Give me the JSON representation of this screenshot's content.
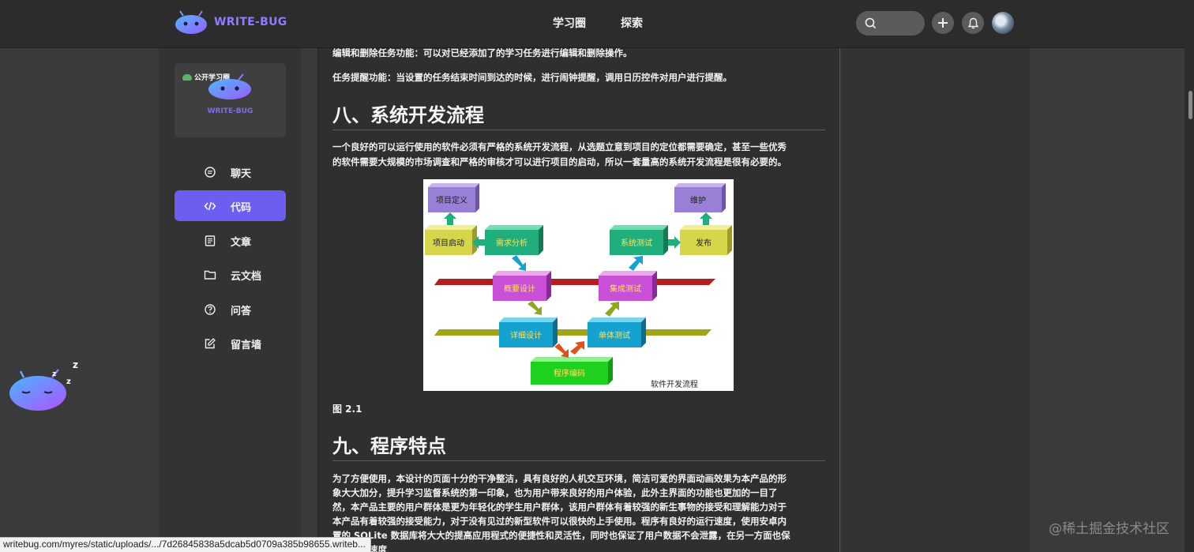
{
  "header": {
    "brand": "WRITE-BUG",
    "nav": [
      "学习圈",
      "探索"
    ]
  },
  "sidebar": {
    "circle_tag": "公开学习圈",
    "circle_title": "WRITE-BUG",
    "items": [
      {
        "label": "聊天",
        "icon": "chat-icon"
      },
      {
        "label": "代码",
        "icon": "code-icon",
        "active": true
      },
      {
        "label": "文章",
        "icon": "article-icon"
      },
      {
        "label": "云文档",
        "icon": "folder-icon"
      },
      {
        "label": "问答",
        "icon": "question-icon"
      },
      {
        "label": "留言墙",
        "icon": "edit-icon"
      }
    ]
  },
  "article": {
    "p_edit": "编辑和删除任务功能：可以对已经添加了的学习任务进行编辑和删除操作。",
    "p_remind": "任务提醒功能：当设置的任务结束时间到达的时候，进行闹钟提醒，调用日历控件对用户进行提醒。",
    "h8": "八、系统开发流程",
    "p_flow_1": "一个良好的可以运行使用的软件必须有严格的系统开发流程，从选题立意到项目的定位都需要确定，甚至一些优秀",
    "p_flow_2": "的软件需要大规模的市场调查和严格的审核才可以进行项目的启动，所以一套量高的系统开发流程是很有必要的。",
    "figure": {
      "boxes": [
        "项目定义",
        "维护",
        "项目启动",
        "需求分析",
        "系统测试",
        "发布",
        "概要设计",
        "集成测试",
        "详细设计",
        "单体测试",
        "程序编码"
      ],
      "caption_inside": "软件开发流程"
    },
    "fig_caption": "图 2.1",
    "h9": "九、程序特点",
    "p_feat_1": "为了方便使用，本设计的页面十分的干净整洁，具有良好的人机交互环境，简洁可爱的界面动画效果为本产品的形",
    "p_feat_2": "象大大加分，提升学习监督系统的第一印象，也为用户带来良好的用户体验，此外主界面的功能也更加的一目了",
    "p_feat_3": "然，本产品主要的用户群体是更为年轻化的学生用户群体，该用户群体有着较强的新生事物的接受和理解能力对于",
    "p_feat_4": "本产品有着较强的接受能力，对于没有见过的新型软件可以很快的上手使用。程序有良好的运行速度，使用安卓内",
    "p_feat_5": "置的 SQLite 数据库将大大的提高应用程式的便捷性和灵活性，同时也保证了用户数据不会泄露，在另一方面也保",
    "p_feat_6": "障了运行速度"
  },
  "status_url": "writebug.com/myres/static/uploads/.../7d26845838a5dcab5d0709a385b98655.writeb...",
  "watermark": "@稀土掘金技术社区"
}
